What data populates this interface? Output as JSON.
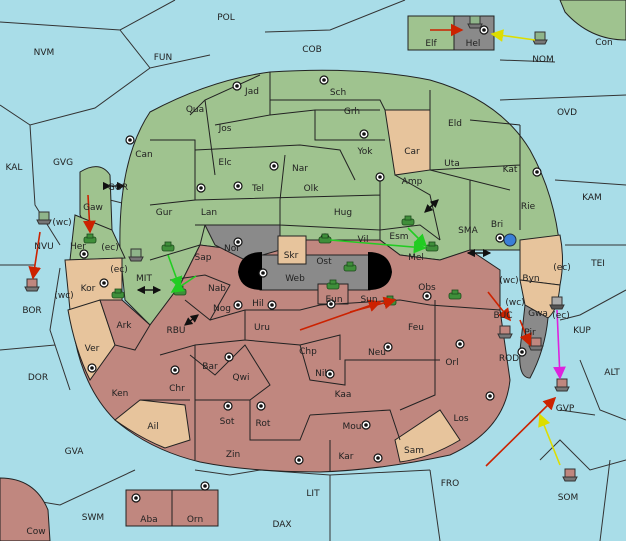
{
  "colors": {
    "sea": "#a9dde8",
    "player_green": "#9fc38f",
    "player_red": "#c0877f",
    "neutral": "#e7c49c",
    "impassable": "#8a8a8a",
    "move_red": "#cc2200",
    "move_green": "#22cc22",
    "move_yellow": "#eeee00",
    "move_magenta": "#dd22dd"
  },
  "sea_labels": {
    "POL": "POL",
    "NVM": "NVM",
    "FUN": "FUN",
    "COB": "COB",
    "NOM": "NOM",
    "Con": "Con",
    "OVD": "OVD",
    "KAL": "KAL",
    "GVG": "GVG",
    "GOR": "GOR",
    "NVU": "NVU",
    "KAM": "KAM",
    "SMA": "SMA",
    "TEI": "TEI",
    "MIT": "MIT",
    "BOR": "BOR",
    "RBU": "RBU",
    "BUC": "BUC",
    "KUP": "KUP",
    "ROD": "ROD",
    "DOR": "DOR",
    "ALT": "ALT",
    "GVP": "GVP",
    "GVA": "GVA",
    "FRO": "FRO",
    "LIT": "LIT",
    "SOM": "SOM",
    "SWM": "SWM",
    "DAX": "DAX"
  },
  "land_labels": {
    "Jad": "Jad",
    "Sch": "Sch",
    "Qua": "Qua",
    "Grh": "Grh",
    "Jos": "Jos",
    "Eld": "Eld",
    "Can": "Can",
    "Car": "Car",
    "Yok": "Yok",
    "Uta": "Uta",
    "Elc": "Elc",
    "Nar": "Nar",
    "Kat": "Kat",
    "Tel": "Tel",
    "Olk": "Olk",
    "Amp": "Amp",
    "Rie": "Rie",
    "Gaw": "Gaw",
    "Gur": "Gur",
    "Lan": "Lan",
    "Hug": "Hug",
    "Bri": "Bri",
    "Esm": "Esm",
    "Vil": "Vil",
    "Her": "Her",
    "Nor": "Nor",
    "Skr": "Skr",
    "Ost": "Ost",
    "Mel": "Mel",
    "Sap": "Sap",
    "Web": "Web",
    "Byn": "Byn",
    "Kor": "Kor",
    "Nab": "Nab",
    "Eun": "Eun",
    "Obs": "Obs",
    "Sun": "Sun",
    "Ark": "Ark",
    "Hil": "Hil",
    "Nog": "Nog",
    "Gwa": "Gwa",
    "Uru": "Uru",
    "Feu": "Feu",
    "Pir": "Pir",
    "Ver": "Ver",
    "Chp": "Chp",
    "Neu": "Neu",
    "Orl": "Orl",
    "Bar": "Bar",
    "Qwi": "Qwi",
    "Nil": "Nil",
    "Ken": "Ken",
    "Chr": "Chr",
    "Kaa": "Kaa",
    "Los": "Los",
    "Sot": "Sot",
    "Rot": "Rot",
    "Mou": "Mou",
    "Ail": "Ail",
    "Zin": "Zin",
    "Kar": "Kar",
    "Sam": "Sam",
    "Aba": "Aba",
    "Orn": "Orn",
    "Cow": "Cow",
    "Elf": "Elf",
    "Hel": "Hel"
  },
  "coast_tags": {
    "wc1": "(wc)",
    "ec1": "(ec)",
    "ec2": "(ec)",
    "wc2": "(wc)",
    "wc3": "(wc)",
    "ec3": "(ec)",
    "wc4": "(wc)",
    "ec4": "(ec)"
  }
}
